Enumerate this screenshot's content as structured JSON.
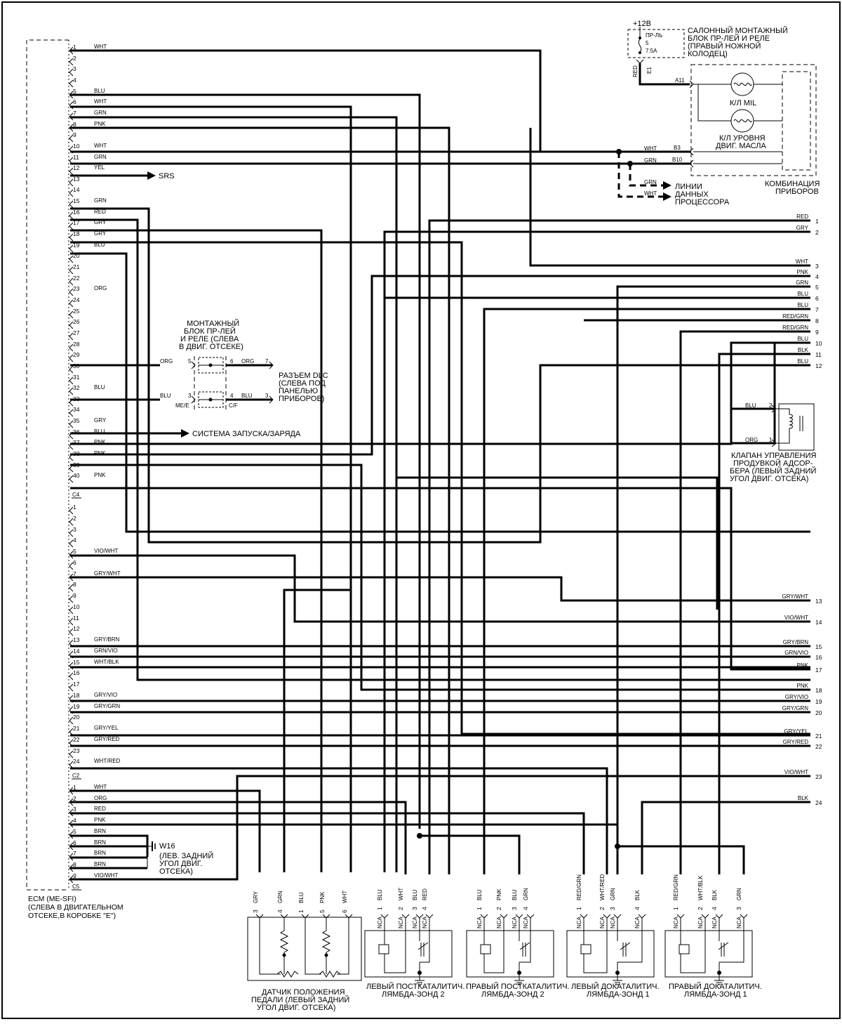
{
  "ecm": {
    "caption": [
      "ECM (ME-SFI)",
      "(СЛЕВА В ДВИГАТЕЛЬНОМ",
      "ОТСЕКЕ,В КОРОБКЕ \"E\")"
    ],
    "blocks": [
      {
        "id": "C4",
        "count": 40,
        "wires": {
          "1": "WHT",
          "5": "BLU",
          "6": "WHT",
          "7": "GRN",
          "8": "PNK",
          "10": "WHT",
          "11": "GRN",
          "12": "YEL",
          "15": "GRN",
          "16": "RED",
          "17": "GRY",
          "18": "GRY",
          "19": "BLU",
          "23": "ORG",
          "32": "BLU",
          "35": "GRY",
          "36": "BLU",
          "37": "PNK",
          "38": "PNK",
          "40": "PNK"
        }
      },
      {
        "id": "C2",
        "count": 24,
        "wires": {
          "5": "VIO/WHT",
          "7": "GRY/WHT",
          "13": "GRY/BRN",
          "14": "GRN/VIO",
          "15": "WHT/BLK",
          "18": "GRY/VIO",
          "19": "GRY/GRN",
          "21": "GRY/YEL",
          "22": "GRY/RED",
          "24": "WHT/RED"
        }
      },
      {
        "id": "C5",
        "count": 9,
        "wires": {
          "1": "WHT",
          "2": "ORG",
          "3": "RED",
          "4": "PNK",
          "5": "BRN",
          "6": "BRN",
          "7": "BRN",
          "8": "BRN",
          "9": "VIO/WHT"
        }
      }
    ]
  },
  "right_connector": [
    {
      "n": "1",
      "c": "RED"
    },
    {
      "n": "2",
      "c": "GRY"
    },
    {
      "n": "3",
      "c": "WHT"
    },
    {
      "n": "4",
      "c": "PNK"
    },
    {
      "n": "5",
      "c": "GRN"
    },
    {
      "n": "6",
      "c": "BLU"
    },
    {
      "n": "7",
      "c": "BLU"
    },
    {
      "n": "8",
      "c": "RED/GRN"
    },
    {
      "n": "9",
      "c": "RED/GRN"
    },
    {
      "n": "10",
      "c": "BLU"
    },
    {
      "n": "11",
      "c": "BLK"
    },
    {
      "n": "12",
      "c": "BLU"
    },
    {
      "n": "13",
      "c": "GRY/WHT"
    },
    {
      "n": "14",
      "c": "VIO/WHT"
    },
    {
      "n": "15",
      "c": "GRY/BRN"
    },
    {
      "n": "16",
      "c": "GRN/VIO"
    },
    {
      "n": "17",
      "c": "PNK"
    },
    {
      "n": "18",
      "c": "PNK"
    },
    {
      "n": "19",
      "c": "GRY/VIO"
    },
    {
      "n": "20",
      "c": "GRY/GRN"
    },
    {
      "n": "21",
      "c": "GRY/YEL"
    },
    {
      "n": "22",
      "c": "GRY/RED"
    },
    {
      "n": "23",
      "c": "VIO/WHT"
    },
    {
      "n": "24",
      "c": "BLK"
    }
  ],
  "arrows": {
    "srs": "SRS",
    "start_charge": "СИСТЕМА ЗАПУСКА/ЗАРЯДА"
  },
  "power": {
    "voltage": "+12В",
    "fuse_lines": [
      "ПР-ЛЬ",
      "5",
      "7.5A"
    ],
    "block_label": [
      "САЛОННЫЙ МОНТАЖНЫЙ",
      "БЛОК ПР-ЛЕЙ И РЕЛЕ",
      "(ПРАВЫЙ НОЖНОЙ",
      "КОЛОДЕЦ)"
    ],
    "wire": "RED",
    "pin": "E1"
  },
  "cluster": {
    "label": [
      "КОМБИНАЦИЯ",
      "ПРИБОРОВ"
    ],
    "mil": "К/Л MIL",
    "oil": [
      "К/Л УРОВНЯ",
      "ДВИГ. МАСЛА"
    ],
    "pins": {
      "a11": "A11",
      "b3": "B3",
      "b10": "B10"
    },
    "wires": {
      "wht": "WHT",
      "grn": "GRN"
    }
  },
  "data_lines": {
    "label": [
      "ЛИНИИ",
      "ДАННЫХ",
      "ПРОЦЕССОРА"
    ],
    "wires": [
      "GRN",
      "WHT"
    ]
  },
  "relay_block": {
    "label": [
      "МОНТАЖНЫЙ",
      "БЛОК ПР-ЛЕЙ",
      "И РЕЛЕ (СЛЕВА",
      "В ДВИГ. ОТСЕКЕ)"
    ],
    "row1": {
      "lw": "ORG",
      "lp": "5",
      "rp": "6",
      "rw": "ORG",
      "out": "7"
    },
    "row2": {
      "lw": "BLU",
      "lp": "3",
      "lt": "ME/E",
      "rp": "4",
      "rt": "C/F",
      "rw": "BLU",
      "out": "3"
    }
  },
  "dlc": [
    "РАЗЪЕМ DLC",
    "(СЛЕВА ПОД",
    "ПАНЕЛЬЮ",
    "ПРИБОРОВ)"
  ],
  "purge_valve": {
    "label": [
      "КЛАПАН УПРАВЛЕНИЯ",
      "ПРОДУВКОЙ АДСОР-",
      "БЕРА (ЛЕВЫЙ ЗАДНИЙ",
      "УГОЛ ДВИГ. ОТСЕКА)"
    ],
    "p2": "2",
    "p1": "1",
    "w2": "BLU",
    "w1": "ORG"
  },
  "w16": {
    "id": "W16",
    "label": [
      "(ЛЕВ. ЗАДНИЙ",
      "УГОЛ ДВИГ.",
      "ОТСЕКА)"
    ]
  },
  "pedal": {
    "label": [
      "ДАТЧИК ПОЛОЖЕНИЯ",
      "ПЕДАЛИ (ЛЕВЫЙ ЗАДНИЙ",
      "УГОЛ ДВИГ. ОТСЕКА)"
    ],
    "pins": [
      {
        "n": "3",
        "c": "GRY"
      },
      {
        "n": "4",
        "c": "GRN"
      },
      {
        "n": "1",
        "c": "BLU"
      },
      {
        "n": "5",
        "c": "PNK"
      },
      {
        "n": "6",
        "c": "WHT"
      }
    ]
  },
  "sensors": [
    {
      "label": [
        "ЛЕВЫЙ ПОСТКАТАЛИТИЧ.",
        "ЛЯМБДА-ЗОНД 2"
      ],
      "pins": [
        {
          "n": "1",
          "c": "BLU"
        },
        {
          "n": "2",
          "c": "WHT"
        },
        {
          "n": "3",
          "c": "BLU"
        },
        {
          "n": "4",
          "c": "RED"
        }
      ]
    },
    {
      "label": [
        "ПРАВЫЙ ПОСТКАТАЛИТИЧ.",
        "ЛЯМБДА-ЗОНД 2"
      ],
      "pins": [
        {
          "n": "1",
          "c": "BLU"
        },
        {
          "n": "2",
          "c": "PNK"
        },
        {
          "n": "3",
          "c": "BLU"
        },
        {
          "n": "4",
          "c": "GRN"
        }
      ]
    },
    {
      "label": [
        "ЛЕВЫЙ ДОКАТАЛИТИЧ.",
        "ЛЯМБДА-ЗОНД 1"
      ],
      "pins": [
        {
          "n": "1",
          "c": "RED/GRN"
        },
        {
          "n": "2",
          "c": "WHT/RED"
        },
        {
          "n": "3",
          "c": "GRN"
        },
        {
          "n": "4",
          "c": "BLK"
        }
      ]
    },
    {
      "label": [
        "ПРАВЫЙ ДОКАТАЛИТИЧ.",
        "ЛЯМБДА-ЗОНД 1"
      ],
      "pins": [
        {
          "n": "1",
          "c": "RED/GRN"
        },
        {
          "n": "2",
          "c": "WHT/BLK"
        },
        {
          "n": "4",
          "c": "BLK"
        },
        {
          "n": "3",
          "c": "GRN"
        }
      ]
    }
  ],
  "nca": "NCA"
}
